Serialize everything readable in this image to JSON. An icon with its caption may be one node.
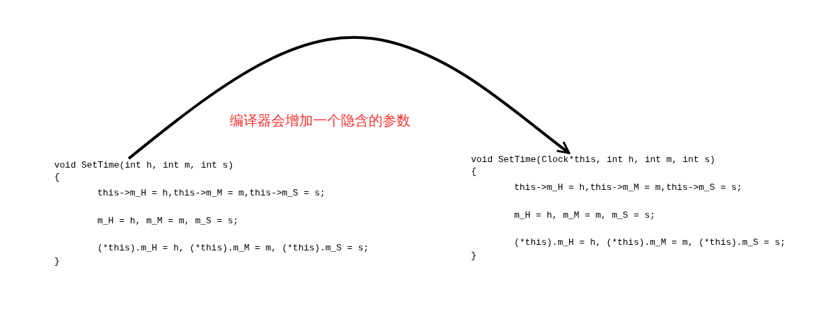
{
  "diagram": {
    "nodes": [
      {
        "text": [
          "void SetTime(int h, int m, int s)",
          "{",
          "this->m_H = h,this->m_M = m,this->m_S = s;",
          "m_H = h, m_M = m, m_S = s;",
          "(*this).m_H = h, (*this).m_M = m, (*this).m_S = s;",
          "}"
        ]
      },
      {
        "text": [
          "void SetTime(Clock*this, int h, int m, int s)",
          "{",
          "this->m_H = h,this->m_M = m,this->m_S = s;",
          "m_H = h, m_M = m, m_S = s;",
          "(*this).m_H = h, (*this).m_M = m, (*this).m_S = s;",
          "}"
        ]
      }
    ],
    "edges": [
      {
        "from": 0,
        "to": 1,
        "arrow": "to",
        "label": "编译器会增加一个隐含的参数"
      }
    ]
  }
}
